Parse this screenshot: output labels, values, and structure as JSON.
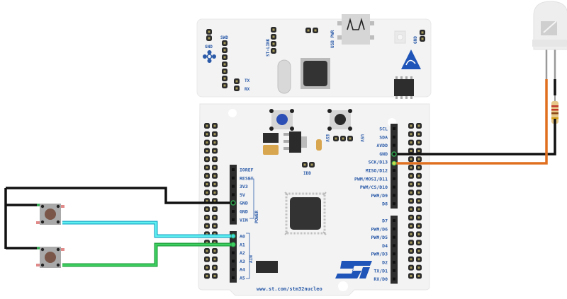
{
  "board": {
    "name": "STM32 Nucleo",
    "url_text": "www.st.com/stm32nucleo",
    "top_labels": {
      "gnd_left": "GND",
      "swd": "SWD",
      "st_link": "ST-LINK",
      "usb_pwr": "USB PWR",
      "gnd_right": "GND",
      "tx": "TX",
      "rx": "RX"
    },
    "mid_labels": {
      "e5v": "E5V",
      "u5v": "U5V",
      "idd": "IDD"
    },
    "power_header": {
      "group_label": "POWER",
      "pins": [
        "IOREF",
        "RESET",
        "3V3",
        "5V",
        "GND",
        "GND",
        "VIN"
      ]
    },
    "analog_header": {
      "group_label": "AIN",
      "pins": [
        "A0",
        "A1",
        "A2",
        "A3",
        "A4",
        "A5"
      ]
    },
    "digital_header_upper": {
      "pins": [
        "SCL",
        "SDA",
        "AVDD",
        "GND",
        "SCK/D13",
        "MISO/D12",
        "PWM/MOSI/D11",
        "PWM/CS/D10",
        "PWM/D9",
        "D8"
      ]
    },
    "digital_header_lower": {
      "pins": [
        "D7",
        "PWM/D6",
        "PWM/D5",
        "D4",
        "PWM/D3",
        "D2",
        "TX/D1",
        "RX/D0"
      ]
    },
    "logo_text": "ST"
  },
  "components": {
    "buttons": [
      {
        "name": "push-button-1",
        "connects_to": "A0"
      },
      {
        "name": "push-button-2",
        "connects_to": "A1"
      }
    ],
    "led": {
      "name": "white-led",
      "anode_to": "SCK/D13",
      "cathode_to": "GND via resistor"
    },
    "resistor": {
      "name": "resistor",
      "bands": [
        "#c0392b",
        "#c0392b",
        "#8b4513",
        "#d4a017"
      ]
    }
  },
  "wires": [
    {
      "name": "wire-gnd-buttons",
      "color": "#1a1a1a",
      "from": "buttons",
      "to": "GND"
    },
    {
      "name": "wire-a0",
      "color": "#3fd6e6",
      "from": "push-button-1",
      "to": "A0"
    },
    {
      "name": "wire-a1",
      "color": "#22b34a",
      "from": "push-button-2",
      "to": "A1"
    },
    {
      "name": "wire-gnd-led",
      "color": "#1a1a1a",
      "from": "GND",
      "to": "resistor"
    },
    {
      "name": "wire-d13-led",
      "color": "#e07020",
      "from": "SCK/D13",
      "to": "led anode"
    }
  ],
  "colors": {
    "board": "#f2f2f2",
    "board_edge": "#e6e6e6",
    "header": "#2d2d2d",
    "label": "#2a5aa8",
    "chip": "#333333",
    "user_button": "#2b4fb5",
    "st_blue": "#1f55b8"
  }
}
